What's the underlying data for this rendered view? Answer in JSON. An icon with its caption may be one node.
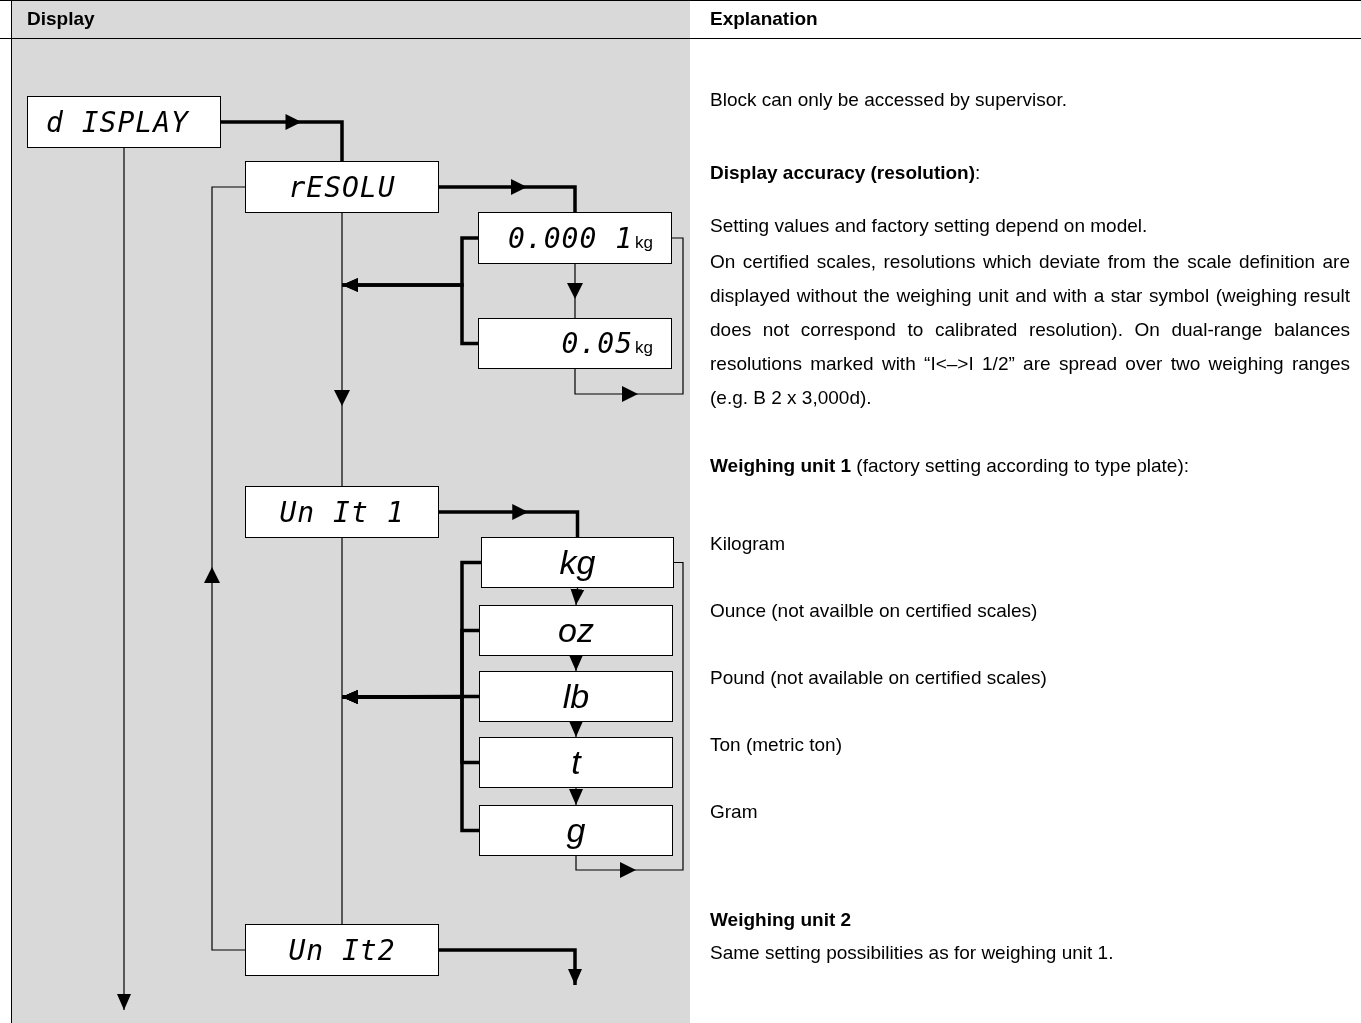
{
  "diagram": {
    "nodes": [
      {
        "text": [
          "d ISPLAY"
        ]
      },
      {
        "text": [
          "rESOLU"
        ]
      },
      {
        "text": [
          "0.000 1",
          "kg"
        ]
      },
      {
        "text": [
          "0.05",
          "kg"
        ]
      },
      {
        "text": [
          "Un It 1"
        ]
      },
      {
        "text": [
          "kg"
        ]
      },
      {
        "text": [
          "oz"
        ]
      },
      {
        "text": [
          "lb"
        ]
      },
      {
        "text": [
          "t"
        ]
      },
      {
        "text": [
          "g"
        ]
      },
      {
        "text": [
          "Un It2"
        ]
      }
    ],
    "edges": [
      {
        "from": 0,
        "to": 1,
        "arrow": "to",
        "style": "thick"
      },
      {
        "from": 1,
        "to": 2,
        "arrow": "to",
        "style": "thick"
      },
      {
        "from": 2,
        "to": 3,
        "arrow": "to"
      },
      {
        "from": 3,
        "to": 2,
        "arrow": "to"
      },
      {
        "from": 2,
        "to": null,
        "arrow": "to",
        "style": "thick"
      },
      {
        "from": 3,
        "to": null,
        "arrow": "to",
        "style": "thick"
      },
      {
        "from": 1,
        "to": 4,
        "arrow": "to"
      },
      {
        "from": 4,
        "to": 5,
        "arrow": "to",
        "style": "thick"
      },
      {
        "from": 5,
        "to": 6,
        "arrow": "to"
      },
      {
        "from": 6,
        "to": 7,
        "arrow": "to"
      },
      {
        "from": 7,
        "to": 8,
        "arrow": "to"
      },
      {
        "from": 8,
        "to": 9,
        "arrow": "to"
      },
      {
        "from": 9,
        "to": 5,
        "arrow": "to"
      },
      {
        "from": 5,
        "to": null,
        "arrow": "to",
        "style": "thick"
      },
      {
        "from": 6,
        "to": null,
        "arrow": "to",
        "style": "thick"
      },
      {
        "from": 7,
        "to": null,
        "arrow": "to",
        "style": "thick"
      },
      {
        "from": 8,
        "to": null,
        "arrow": "to",
        "style": "thick"
      },
      {
        "from": 9,
        "to": null,
        "arrow": "to",
        "style": "thick"
      },
      {
        "from": 4,
        "to": 10,
        "arrow": "none"
      },
      {
        "from": 10,
        "to": 1,
        "arrow": "to"
      },
      {
        "from": 10,
        "to": null,
        "arrow": "to",
        "style": "thick"
      },
      {
        "from": 0,
        "to": null,
        "arrow": "to"
      }
    ],
    "labels": [
      "Display",
      "Explanation",
      "Block can only be accessed by supervisor.",
      "**Display accuracy (resolution)**:",
      "Setting values and factory setting depend on model.",
      "On certified scales, resolutions which deviate from the scale definition are displayed without the weighing unit and with a star symbol (weighing result does not correspond to calibrated resolution). On dual-range balances resolutions marked with “I<–>I 1/2” are spread over two weighing ranges (e.g. B 2 x 3,000d).",
      "**Weighing unit 1** (factory setting according to type plate):",
      "Kilogram",
      "Ounce (not availble on certified scales)",
      "Pound (not available on certified scales)",
      "Ton (metric ton)",
      "Gram",
      "Weighing unit 2",
      "Same setting possibilities as for weighing unit 1."
    ]
  }
}
